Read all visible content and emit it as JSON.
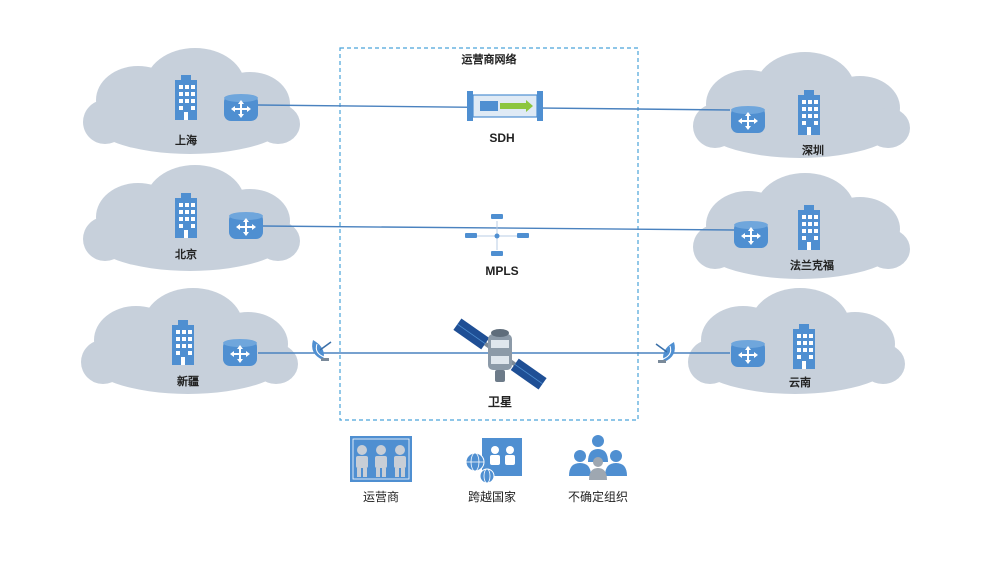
{
  "carrier_box": {
    "title": "运营商网络"
  },
  "colors": {
    "cloud": "#c7d0db",
    "icon_blue": "#4f8fd1",
    "link": "#4a82bf",
    "box_border": "#4aa3d9"
  },
  "sites_left": [
    {
      "name": "上海",
      "icon": "building-icon"
    },
    {
      "name": "北京",
      "icon": "building-icon"
    },
    {
      "name": "新疆",
      "icon": "building-icon"
    }
  ],
  "sites_right": [
    {
      "name": "深圳",
      "icon": "building-icon"
    },
    {
      "name": "法兰克福",
      "icon": "building-icon"
    },
    {
      "name": "云南",
      "icon": "building-icon"
    }
  ],
  "networks": [
    {
      "name": "SDH",
      "icon": "sdh-device-icon"
    },
    {
      "name": "MPLS",
      "icon": "mpls-node-icon"
    },
    {
      "name": "卫星",
      "icon": "satellite-icon"
    }
  ],
  "legend": [
    {
      "label": "运营商",
      "icon": "operator-group-icon"
    },
    {
      "label": "跨越国家",
      "icon": "cross-country-icon"
    },
    {
      "label": "不确定组织",
      "icon": "organization-icon"
    }
  ]
}
